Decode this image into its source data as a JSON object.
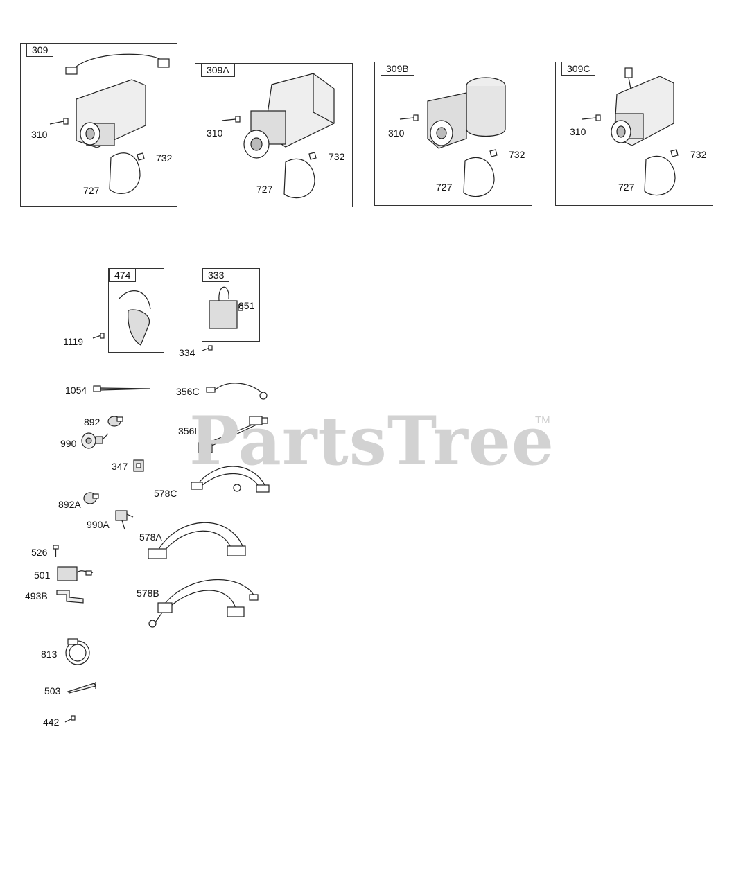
{
  "panels": [
    {
      "id": "309",
      "labels": {
        "screw": "310",
        "bolt": "732",
        "cover": "727"
      }
    },
    {
      "id": "309A",
      "labels": {
        "screw": "310",
        "bolt": "732",
        "cover": "727"
      }
    },
    {
      "id": "309B",
      "labels": {
        "screw": "310",
        "bolt": "732",
        "cover": "727"
      }
    },
    {
      "id": "309C",
      "labels": {
        "screw": "310",
        "bolt": "732",
        "cover": "727"
      }
    }
  ],
  "small_boxes": [
    {
      "id": "474"
    },
    {
      "id": "333",
      "inner_label": "851"
    }
  ],
  "callouts": {
    "c1119": "1119",
    "c334": "334",
    "c1054": "1054",
    "c356C": "356C",
    "c892": "892",
    "c356L": "356L",
    "c990": "990",
    "c347": "347",
    "c578C": "578C",
    "c892A": "892A",
    "c990A": "990A",
    "c578A": "578A",
    "c526": "526",
    "c501": "501",
    "c493B": "493B",
    "c578B": "578B",
    "c813": "813",
    "c503": "503",
    "c442": "442"
  },
  "watermark": {
    "text": "PartsTree",
    "trademark": "TM"
  }
}
